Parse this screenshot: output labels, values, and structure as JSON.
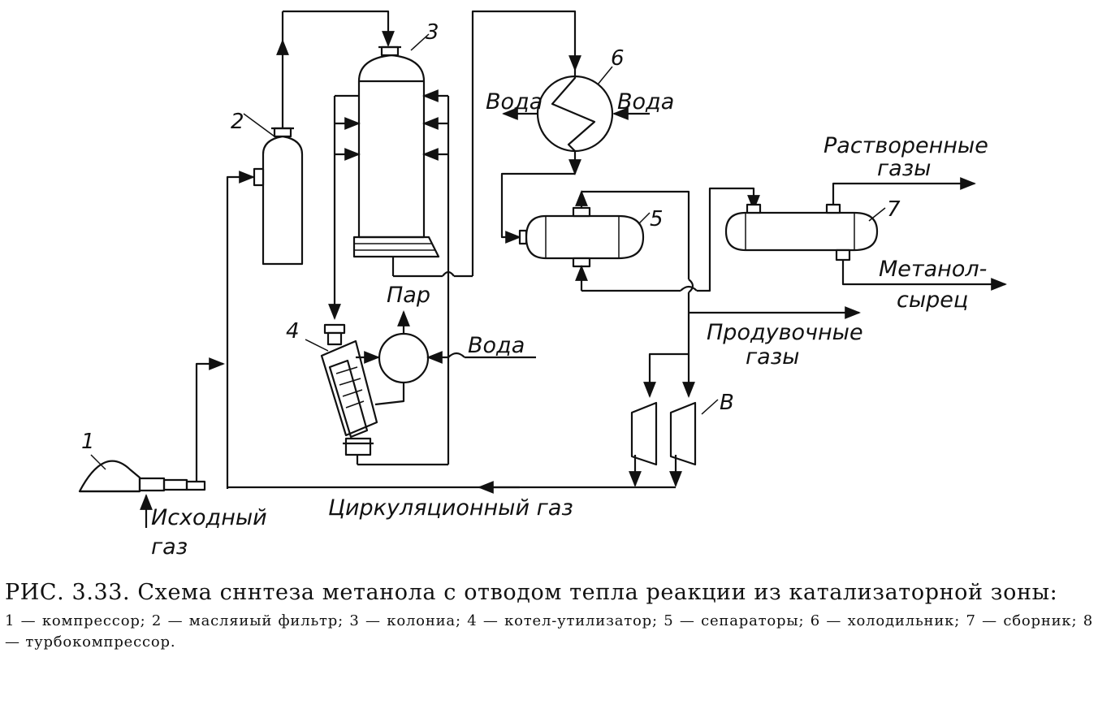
{
  "diagram": {
    "units": {
      "u1": "1",
      "u2": "2",
      "u3": "3",
      "u4": "4",
      "u5": "5",
      "u6": "6",
      "u7": "7",
      "u8": "В"
    },
    "labels": {
      "water_out": "Вода",
      "water_in": "Вода",
      "dissolved_1": "Растворенные",
      "dissolved_2": "газы",
      "methanol_1": "Метанол-",
      "methanol_2": "сырец",
      "steam": "Пар",
      "boiler_water": "Вода",
      "purge_1": "Продувочные",
      "purge_2": "газы",
      "feed_1": "Исходный",
      "feed_2": "газ",
      "circ_gas": "Циркуляционный газ"
    }
  },
  "caption": {
    "title": "РИС. 3.33. Схема сннтеза метанола с отводом тепла реакции из катализаторной зоны:",
    "legend": "1 — компрессор; 2 — масляиый фильтр; 3 — колониа; 4 — котел-утилизатор; 5 — сепараторы; 6 — холодильник; 7 — сборник; 8 — турбокомпрессор."
  }
}
